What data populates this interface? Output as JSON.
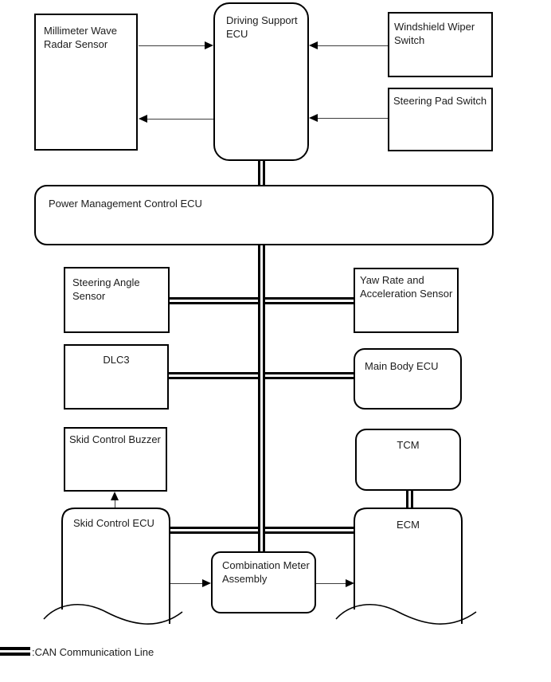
{
  "nodes": {
    "radar": {
      "label": "Millimeter Wave Radar Sensor",
      "shape": "rect"
    },
    "driving_support": {
      "label": "Driving Support ECU",
      "shape": "rounded"
    },
    "wiper": {
      "label": "Windshield Wiper Switch",
      "shape": "rect"
    },
    "steering_pad": {
      "label": "Steering Pad Switch",
      "shape": "rect"
    },
    "power_mgmt": {
      "label": "Power Management Control ECU",
      "shape": "rounded"
    },
    "steering_angle": {
      "label": "Steering Angle Sensor",
      "shape": "rect"
    },
    "yaw": {
      "label": "Yaw Rate and Acceleration Sensor",
      "shape": "rect"
    },
    "dlc3": {
      "label": "DLC3",
      "shape": "rect"
    },
    "main_body": {
      "label": "Main Body ECU",
      "shape": "rounded"
    },
    "buzzer": {
      "label": "Skid Control Buzzer",
      "shape": "rect"
    },
    "tcm": {
      "label": "TCM",
      "shape": "rounded"
    },
    "skid": {
      "label": "Skid Control ECU",
      "shape": "torn"
    },
    "meter": {
      "label": "Combination Meter Assembly",
      "shape": "rounded"
    },
    "ecm": {
      "label": "ECM",
      "shape": "torn"
    }
  },
  "connections": [
    {
      "from": "radar",
      "to": "driving_support",
      "type": "arrow"
    },
    {
      "from": "driving_support",
      "to": "radar",
      "type": "arrow"
    },
    {
      "from": "wiper",
      "to": "driving_support",
      "type": "arrow"
    },
    {
      "from": "steering_pad",
      "to": "driving_support",
      "type": "arrow"
    },
    {
      "from": "driving_support",
      "to": "power_mgmt",
      "type": "can"
    },
    {
      "from": "power_mgmt",
      "to": "meter",
      "type": "can-trunk"
    },
    {
      "from": "steering_angle",
      "to": "yaw",
      "type": "can-branch"
    },
    {
      "from": "dlc3",
      "to": "main_body",
      "type": "can-branch"
    },
    {
      "from": "skid",
      "to": "ecm",
      "type": "can-branch"
    },
    {
      "from": "tcm",
      "to": "ecm",
      "type": "can"
    },
    {
      "from": "skid",
      "to": "buzzer",
      "type": "arrow"
    },
    {
      "from": "skid",
      "to": "meter",
      "type": "arrow"
    },
    {
      "from": "meter",
      "to": "ecm",
      "type": "arrow"
    }
  ],
  "legend": {
    "label": ":CAN Communication Line"
  },
  "colors": {
    "line": "#000000",
    "arrow": "#3d3d3d",
    "background": "#ffffff"
  }
}
